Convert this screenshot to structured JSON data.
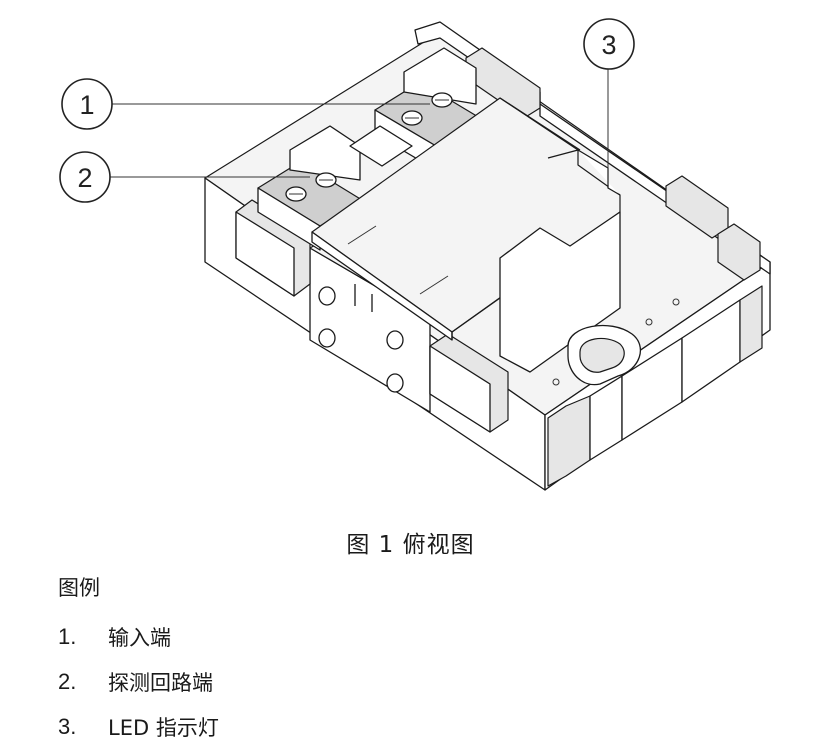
{
  "figure": {
    "caption": "图 1 俯视图",
    "callouts": [
      "1",
      "2",
      "3"
    ]
  },
  "legend": {
    "title": "图例",
    "items": [
      {
        "number": "1.",
        "text": "输入端"
      },
      {
        "number": "2.",
        "text": "探测回路端"
      },
      {
        "number": "3.",
        "text": "LED 指示灯"
      }
    ]
  }
}
